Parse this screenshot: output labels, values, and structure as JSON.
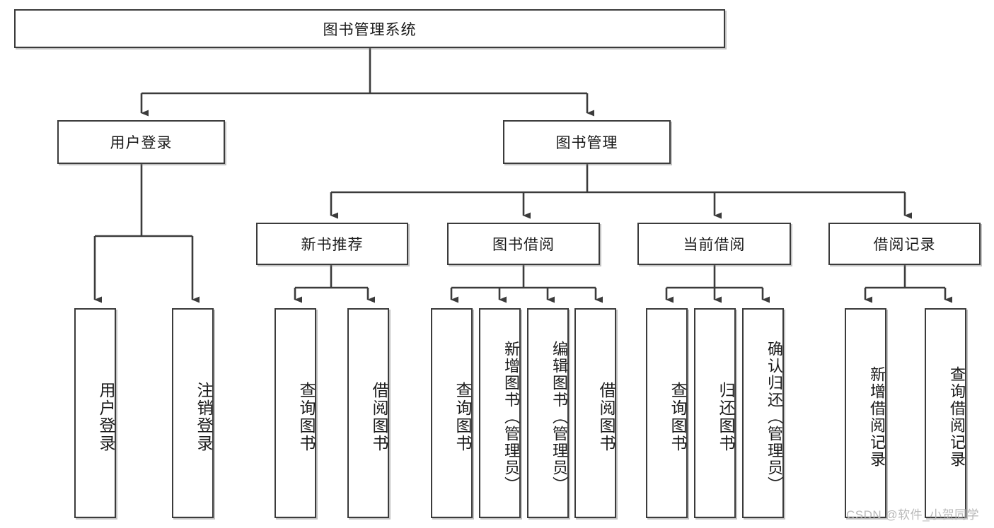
{
  "diagram": {
    "type": "tree",
    "title": "图书管理系统",
    "watermark": "CSDN @软件_小贺同学",
    "colors": {
      "box_border": "#3b3b3b",
      "box_fill": "#ffffff",
      "connector": "#3b3b3b",
      "text": "#1a1a1a",
      "watermark": "#b9b9b9"
    },
    "levels": {
      "root": {
        "label": "图书管理系统"
      },
      "level2": [
        {
          "label": "用户登录"
        },
        {
          "label": "图书管理"
        }
      ],
      "level3": [
        {
          "label": "新书推荐"
        },
        {
          "label": "图书借阅"
        },
        {
          "label": "当前借阅"
        },
        {
          "label": "借阅记录"
        }
      ],
      "leaves_user_login": [
        {
          "label": "用户登录"
        },
        {
          "label": "注销登录"
        }
      ],
      "leaves_new_book": [
        {
          "label": "查询图书"
        },
        {
          "label": "借阅图书"
        }
      ],
      "leaves_borrow": [
        {
          "label": "查询图书"
        },
        {
          "label": "新增图书（管理员）"
        },
        {
          "label": "编辑图书（管理员）"
        },
        {
          "label": "借阅图书"
        }
      ],
      "leaves_current": [
        {
          "label": "查询图书"
        },
        {
          "label": "归还图书"
        },
        {
          "label": "确认归还（管理员）"
        }
      ],
      "leaves_record": [
        {
          "label": "新增借阅记录"
        },
        {
          "label": "查询借阅记录"
        }
      ]
    }
  }
}
